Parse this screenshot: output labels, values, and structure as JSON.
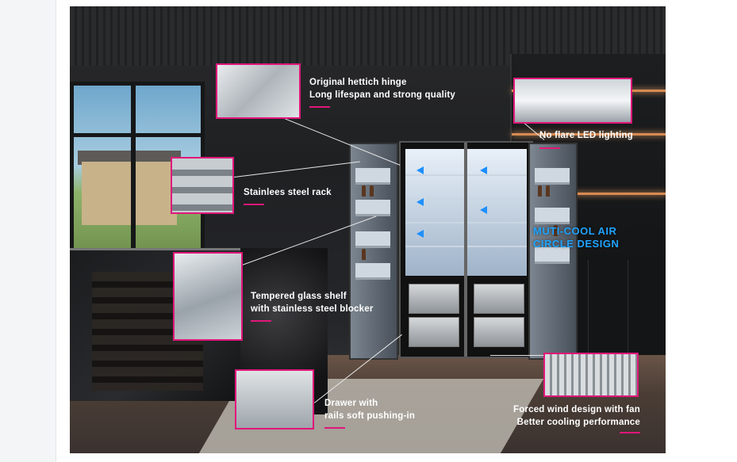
{
  "callouts": {
    "hinge": {
      "line1": "Original hettich hinge",
      "line2": "Long lifespan and strong quality"
    },
    "led": {
      "line1": "No flare LED lighting"
    },
    "rack": {
      "line1": "Stainlees steel rack"
    },
    "glass": {
      "line1": "Tempered glass shelf",
      "line2": "with stainless steel blocker"
    },
    "drawer": {
      "line1": "Drawer with",
      "line2": "rails soft pushing-in"
    },
    "wind": {
      "line1": "Forced wind design with fan",
      "line2": "Better cooling performance"
    }
  },
  "air": {
    "line1": "MUTI-COOL AIR",
    "line2": "CIRCLE DESIGN"
  },
  "colors": {
    "accent": "#e0177a",
    "air_text": "#1fa3ff",
    "label_text": "#ffffff"
  }
}
